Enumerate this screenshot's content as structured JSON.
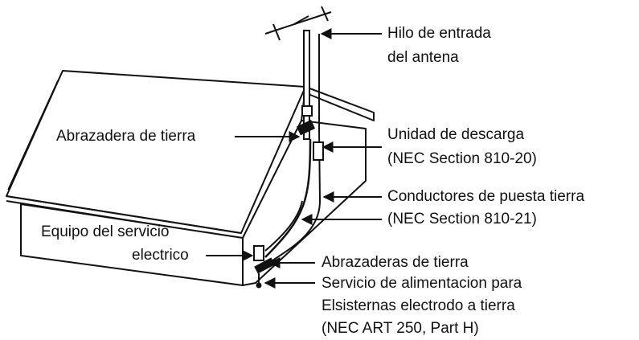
{
  "labels": {
    "antenna_lead_line1": "Hilo de entrada",
    "antenna_lead_line2": "del antena",
    "ground_clamp": "Abrazadera de tierra",
    "discharge_unit_line1": "Unidad de descarga",
    "discharge_unit_line2": "(NEC Section 810-20)",
    "grounding_conductors_line1": "Conductores de puesta tierra",
    "grounding_conductors_line2": "(NEC Section 810-21)",
    "service_equipment_line1": "Equipo del servicio",
    "service_equipment_line2": "electrico",
    "ground_clamps": "Abrazaderas de tierra",
    "power_service_line1": "Servicio de alimentacion para",
    "power_service_line2": "Elsisternas electrodo a tierra",
    "power_service_line3": "(NEC ART 250, Part H)"
  },
  "colors": {
    "ink": "#111111",
    "background": "#ffffff"
  }
}
